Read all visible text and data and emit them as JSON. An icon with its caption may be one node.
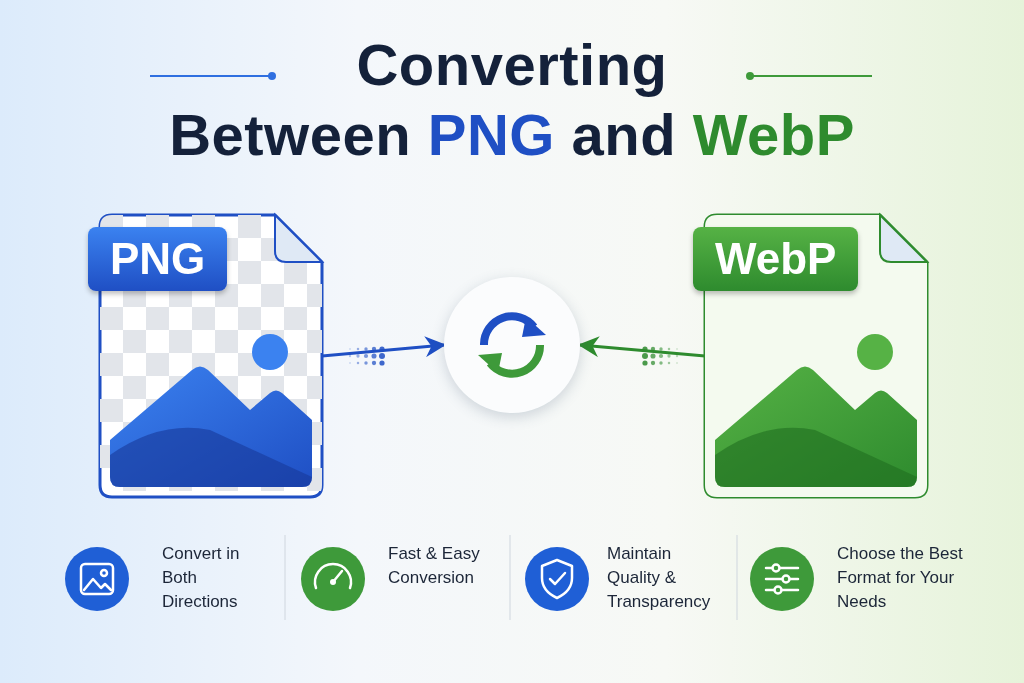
{
  "diagram": {
    "title": "Converting Between PNG and WebP",
    "nodes": [
      {
        "text": [
          "PNG"
        ]
      },
      {
        "text": [],
        "shape": "circle"
      },
      {
        "text": [
          "WebP"
        ]
      }
    ],
    "edges": [
      {
        "from": 0,
        "to": 1,
        "arrow": "to",
        "color": "#1f4fc4"
      },
      {
        "from": 2,
        "to": 1,
        "arrow": "to",
        "color": "#2e8b2e"
      }
    ],
    "labels": [
      "Convert in Both Directions",
      "Fast & Easy Conversion",
      "Maintain Quality & Transparency",
      "Choose the Best Format for Your Needs"
    ]
  }
}
